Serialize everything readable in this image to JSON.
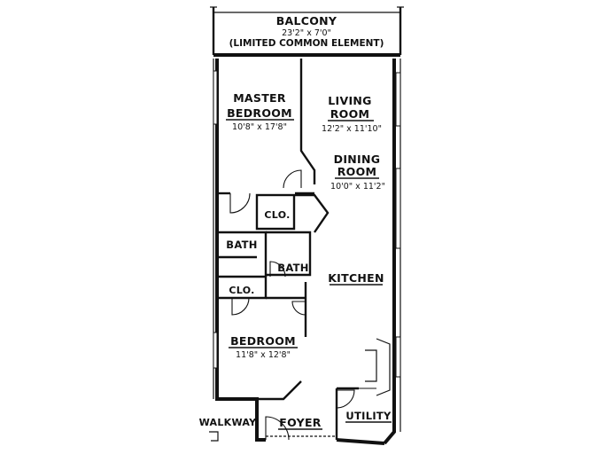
{
  "rooms": {
    "balcony": {
      "name": "BALCONY",
      "dim": "23'2\" x 7'0\"",
      "note": "(LIMITED COMMON ELEMENT)"
    },
    "master": {
      "name1": "MASTER",
      "name2": "BEDROOM",
      "dim": "10'8\" x 17'8\""
    },
    "living": {
      "name1": "LIVING",
      "name2": "ROOM",
      "dim": "12'2\" x 11'10\""
    },
    "dining": {
      "name1": "DINING",
      "name2": "ROOM",
      "dim": "10'0\" x 11'2\""
    },
    "closet1": {
      "name": "CLO."
    },
    "bath1": {
      "name": "BATH"
    },
    "bath2": {
      "name": "BATH"
    },
    "kitchen": {
      "name": "KITCHEN"
    },
    "closet2": {
      "name": "CLO."
    },
    "bedroom": {
      "name": "BEDROOM",
      "dim": "11'8\" x 12'8\""
    },
    "walkway": {
      "name": "WALKWAY"
    },
    "foyer": {
      "name": "FOYER"
    },
    "utility": {
      "name": "UTILITY"
    }
  }
}
